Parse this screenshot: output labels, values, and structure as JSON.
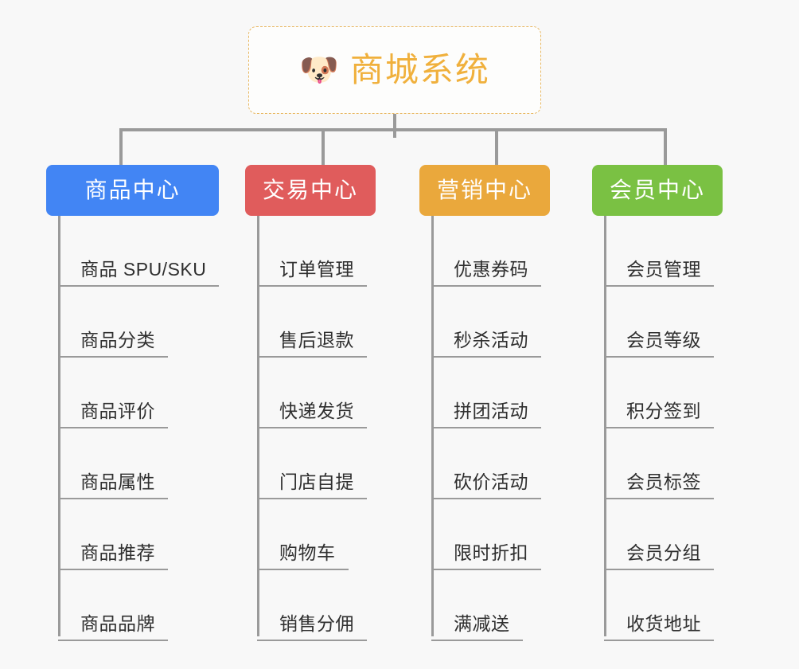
{
  "page": {
    "background": "#f8f8f8",
    "line_color": "#9a9a9a",
    "leaf_text_color": "#2f2f2f"
  },
  "root": {
    "icon": "dog-face-emoji",
    "icon_glyph": "🐶",
    "title": "商城系统",
    "title_color": "#f0b03c",
    "border_color": "#e8b863",
    "background": "#fdfdfc"
  },
  "branches": [
    {
      "id": "product-center",
      "label": "商品中心",
      "color": "#4285f4",
      "items": [
        {
          "label": "商品 SPU/SKU"
        },
        {
          "label": "商品分类"
        },
        {
          "label": "商品评价"
        },
        {
          "label": "商品属性"
        },
        {
          "label": "商品推荐"
        },
        {
          "label": "商品品牌"
        }
      ]
    },
    {
      "id": "trade-center",
      "label": "交易中心",
      "color": "#e05c5c",
      "items": [
        {
          "label": "订单管理"
        },
        {
          "label": "售后退款"
        },
        {
          "label": "快递发货"
        },
        {
          "label": "门店自提"
        },
        {
          "label": "购物车"
        },
        {
          "label": "销售分佣"
        }
      ]
    },
    {
      "id": "marketing-center",
      "label": "营销中心",
      "color": "#eaa83c",
      "items": [
        {
          "label": "优惠券码"
        },
        {
          "label": "秒杀活动"
        },
        {
          "label": "拼团活动"
        },
        {
          "label": "砍价活动"
        },
        {
          "label": "限时折扣"
        },
        {
          "label": "满减送"
        }
      ]
    },
    {
      "id": "member-center",
      "label": "会员中心",
      "color": "#79c council"
    }
  ]
}
